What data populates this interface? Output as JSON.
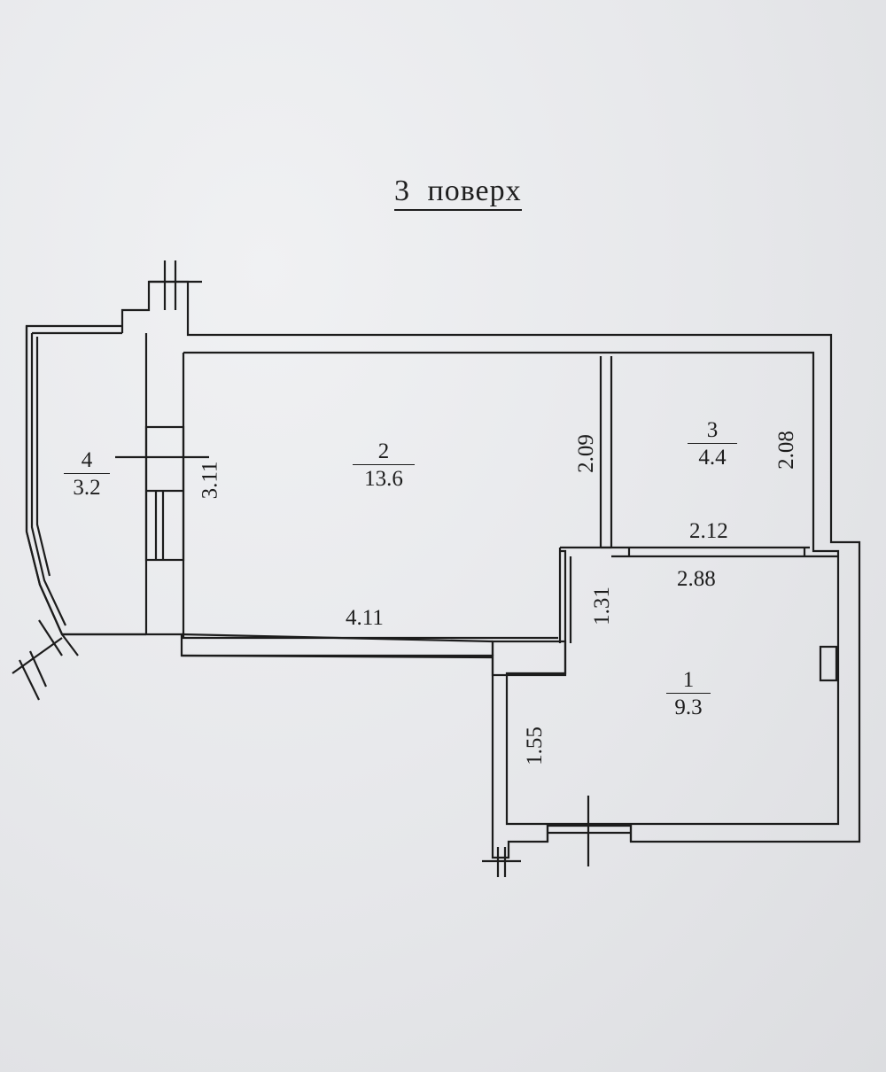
{
  "floor_title": "3  поверх",
  "rooms": [
    {
      "number": "4",
      "area": "3.2"
    },
    {
      "number": "2",
      "area": "13.6"
    },
    {
      "number": "3",
      "area": "4.4"
    },
    {
      "number": "1",
      "area": "9.3"
    }
  ],
  "dimensions": {
    "room2_height": "3.11",
    "room2_width": "4.11",
    "room2_right": "2.09",
    "room3_right": "2.08",
    "room3_width": "2.12",
    "room1_width": "2.88",
    "room1_upper": "1.31",
    "room1_left": "1.55"
  },
  "colors": {
    "ink": "#1c1c1c",
    "paper": "#e9eaec"
  }
}
